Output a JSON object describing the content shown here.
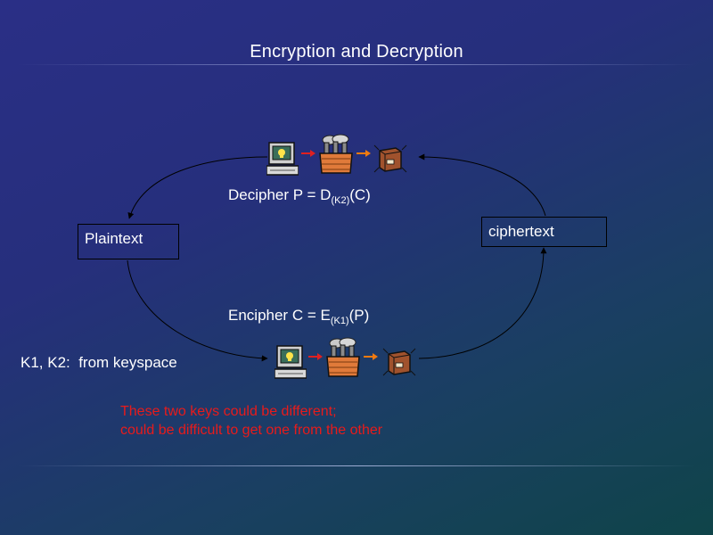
{
  "slide": {
    "title": "Encryption and Decryption",
    "plaintext_label": "Plaintext",
    "ciphertext_label": "ciphertext",
    "decipher": {
      "prefix": "Decipher  P = D",
      "key": "(K2)",
      "suffix": "(C)"
    },
    "encipher": {
      "prefix": "Encipher  C = E",
      "key": "(K1)",
      "suffix": "(P)"
    },
    "keyspace_note": "K1, K2:  from keyspace",
    "warning_line1": "These two keys could be different;",
    "warning_line2": "could be difficult to get one from the other"
  },
  "icons": {
    "process_chain": [
      "computer-icon",
      "factory-icon",
      "box-icon"
    ],
    "connector": "red-arrow-icon"
  },
  "colors": {
    "background_start": "#2a2f86",
    "background_end": "#0f4449",
    "text": "#ffffff",
    "warning": "#e81b1b",
    "arrow_red": "#e02020",
    "arrow_orange": "#f07a10"
  }
}
